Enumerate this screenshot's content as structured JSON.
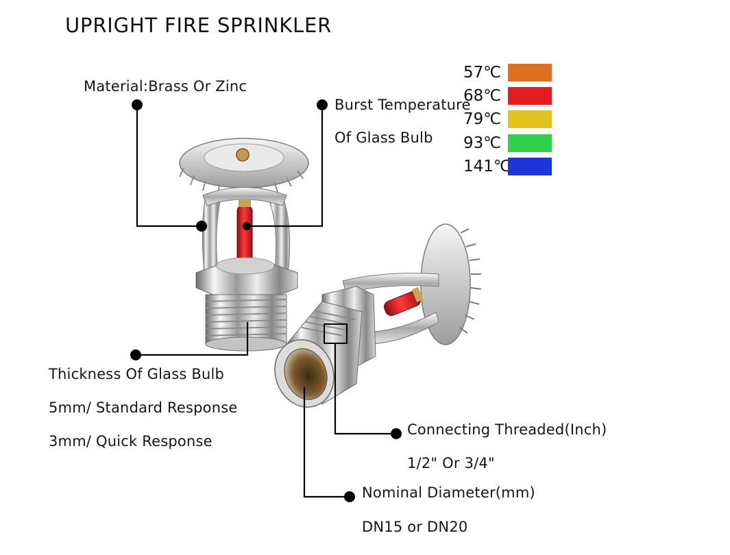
{
  "title": "UPRIGHT FIRE SPRINKLER",
  "callouts": {
    "material": "Material:Brass Or Zinc",
    "burst_line1": "Burst Temperature",
    "burst_line2": "Of Glass Bulb",
    "thickness_title": "Thickness Of Glass Bulb",
    "thickness_standard": "5mm/  Standard Response",
    "thickness_quick": "3mm/  Quick Response",
    "thread_title": "Connecting Threaded(Inch)",
    "thread_value": "1/2\" Or 3/4\"",
    "diameter_title": "Nominal Diameter(mm)",
    "diameter_value": "DN15 or DN20"
  },
  "temperatures": [
    {
      "label": "57℃",
      "color": "#e0701e"
    },
    {
      "label": "68℃",
      "color": "#e31b23"
    },
    {
      "label": "79℃",
      "color": "#e0c21c"
    },
    {
      "label": "93℃",
      "color": "#2fd14a"
    },
    {
      "label": "141℃",
      "color": "#1f35d9"
    }
  ],
  "colors": {
    "chrome_light": "#f2f2f2",
    "chrome_mid": "#b9b9b9",
    "chrome_dark": "#5d5d5d",
    "bulb_red": "#d9141c",
    "leader_line": "#000000"
  }
}
